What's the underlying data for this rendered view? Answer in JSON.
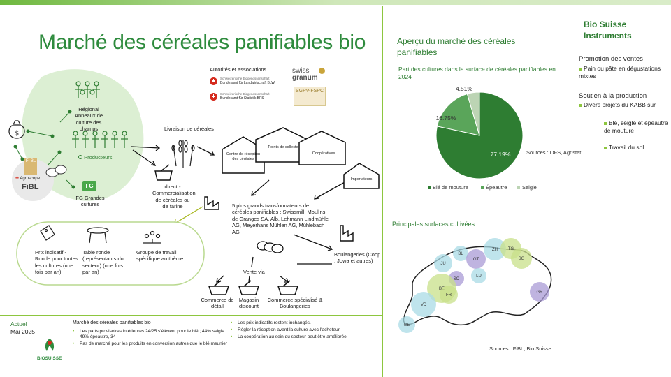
{
  "page": {
    "title": "Marché des céréales panifiables bio"
  },
  "authorities": {
    "heading": "Autorités et associations",
    "ofag_line1": "Schweizerische Eidgenossenschaft",
    "ofag_line2": "Bundesamt für Landwirtschaft BLW",
    "ofs_line1": "Schweizerische Eidgenossenschaft",
    "ofs_line2": "Bundesamt für Statistik BFS",
    "logo_sg_1": "swiss",
    "logo_sg_2": "granum",
    "logo_sgpv": "SGPV-FSPC"
  },
  "producers": {
    "regional_label": "Régional Anneaux de culture des champs",
    "producers_label": "Producteurs",
    "fibl": "FiBL",
    "agroscope": "Agroscope",
    "fibl_block": "FI BL",
    "fg_logo": "FG",
    "fg_label": "FG Grandes cultures"
  },
  "chain": {
    "delivery": "Livraison de céréales",
    "centre": "Centre de réception des céréales",
    "collection": "Points de collecte",
    "coop": "Coopératives",
    "importers": "Importateurs",
    "direct": "direct - Commercialisation de céréales ou de farine",
    "processors": "5 plus grands transformateurs de céréales panifiables : Swissmill, Moulins de Granges SA, Alb. Lehmann Lindmühle AG, Meyerhans Mühlen AG, Mühlebach AG",
    "bakery": "Boulangeries (Coop ; Jowa et autres)",
    "sales": "Vente via",
    "retail_detail": "Commerce de détail",
    "retail_discount": "Magasin discount",
    "retail_special": "Commerce spécialisé & Boulangeries"
  },
  "platform": {
    "price": "Prix indicatif - Ronde pour toutes les cultures (une fois par an)",
    "table": "Table ronde (représentants du secteur) (une fois par an)",
    "group": "Groupe de travail spécifique au thème"
  },
  "actual": {
    "label": "Actuel",
    "date": "Mai 2025",
    "col1_title": "Marché des céréales panifiables bio",
    "col1_items": [
      "Les parts provisoires intérieures 24/25 s'élèvent pour le blé ; 44% seigle 49% épeautre, 34",
      "Pas de marché pour les produits en conversion autres que le blé meunier"
    ],
    "col2_items": [
      "Les prix indicatifs restent inchangés.",
      "Régler la réception avant la culture avec l'acheteur.",
      "La coopération au sein du secteur peut être améliorée."
    ],
    "logo_text": "BIOSUISSE"
  },
  "overview": {
    "title": "Aperçu du marché des céréales panifiables",
    "subtitle": "Part des cultures dans la surface de céréales panifiables en 2024",
    "source": "Sources : OFS, Agristat"
  },
  "chart_data": {
    "type": "pie",
    "title": "Part des cultures dans la surface de céréales panifiables en 2024",
    "categories": [
      "Blé de mouture",
      "Épeautre",
      "Seigle"
    ],
    "values": [
      77.19,
      16.75,
      4.51
    ],
    "labels": [
      "77.19%",
      "16.75%",
      "4.51%"
    ],
    "colors": [
      "#2e7d32",
      "#5aa55a",
      "#bcd4b4"
    ],
    "legend": "bottom"
  },
  "map": {
    "title": "Principales surfaces cultivées",
    "source": "Sources : FiBL, Bio Suisse",
    "cantons": [
      {
        "code": "ZH",
        "color": "#a9dbe6"
      },
      {
        "code": "TG",
        "color": "#c8e08a"
      },
      {
        "code": "SG",
        "color": "#c8e08a"
      },
      {
        "code": "BL",
        "color": "#a9dbe6"
      },
      {
        "code": "GT",
        "color": "#a99bd6"
      },
      {
        "code": "JU",
        "color": "#a9dbe6"
      },
      {
        "code": "SO",
        "color": "#a99bd6"
      },
      {
        "code": "LU",
        "color": "#a9dbe6"
      },
      {
        "code": "BE",
        "color": "#c8e08a"
      },
      {
        "code": "FR",
        "color": "#c8e08a"
      },
      {
        "code": "VD",
        "color": "#a9dbe6"
      },
      {
        "code": "GE",
        "color": "#a9dbe6"
      },
      {
        "code": "GR",
        "color": "#a99bd6"
      }
    ]
  },
  "instruments": {
    "title": "Bio Suisse Instruments",
    "promo_head": "Promotion des ventes",
    "promo_items": [
      "Pain ou pâte en dégustations mixtes"
    ],
    "support_head": "Soutien à la production",
    "support_items": [
      "Divers projets du KABB sur :"
    ],
    "support_sub": [
      "Blé, seigle et épeautre de mouture",
      "Travail du sol"
    ]
  }
}
